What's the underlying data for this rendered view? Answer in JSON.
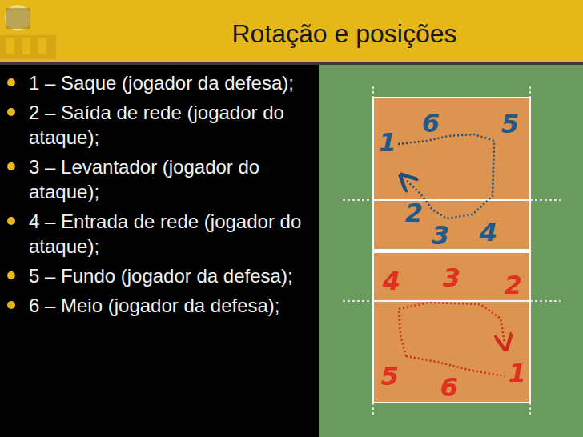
{
  "diagram": {
    "title": "Rotação e posições",
    "labels": [
      "1 – Saque (jogador da defesa);",
      "2 – Saída de rede (jogador do ataque);",
      "3 – Levantador (jogador do ataque);",
      "4 – Entrada de rede (jogador do ataque);",
      "5 – Fundo (jogador da defesa);",
      "6 – Meio (jogador da defesa);",
      "1",
      "6",
      "5",
      "2",
      "3",
      "4",
      "4",
      "3",
      "2",
      "5",
      "6",
      "1"
    ]
  }
}
